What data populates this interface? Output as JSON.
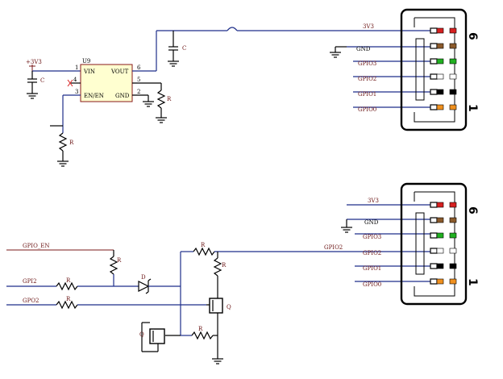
{
  "upper": {
    "ic": {
      "ref": "U9",
      "pin_vin": "VIN",
      "pin_vout": "VOUT",
      "pin_en": "EN/EN",
      "pin_gnd": "GND",
      "n1": "1",
      "n4": "4",
      "n3": "3",
      "n6": "6",
      "n5": "5",
      "n2": "2"
    },
    "power_label": "+3V3",
    "cap_in": "C",
    "cap_out": "C",
    "res_fb": "R",
    "res_en": "R",
    "connector": {
      "nets": [
        "3V3",
        "GND",
        "GPIO3",
        "GPIO2",
        "GPIO1",
        "GPIO0"
      ],
      "pin_top": "6",
      "pin_bottom": "1"
    }
  },
  "lower": {
    "inputs": [
      "GPIO_EN",
      "GPI2",
      "GPO2"
    ],
    "output_net": "GPIO2",
    "parts": {
      "r_en": "R",
      "r_gpi2": "R",
      "r_gpo2": "R",
      "r_top": "R",
      "r_pull": "R",
      "r_bot": "R",
      "diode": "D",
      "q_right": "Q",
      "q_left": "Q"
    },
    "connector": {
      "nets": [
        "3V3",
        "GND",
        "GPIO3",
        "GPIO2",
        "GPIO1",
        "GPIO0"
      ],
      "pin_top": "6",
      "pin_bottom": "1"
    }
  },
  "pin_colors": [
    "#d62020",
    "#8b5a2b",
    "#20b020",
    "#ffffff",
    "#000000",
    "#f0901e"
  ]
}
